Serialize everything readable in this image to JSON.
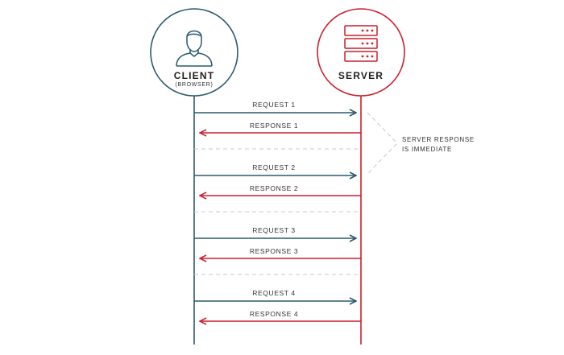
{
  "client": {
    "title": "CLIENT",
    "subtitle": "(BROWSER)",
    "color": "#2a5a6e"
  },
  "server": {
    "title": "SERVER",
    "color": "#cc1f2c"
  },
  "note": {
    "line1": "SERVER RESPONSE",
    "line2": "IS IMMEDIATE"
  },
  "exchanges": [
    {
      "request": "REQUEST 1",
      "response": "RESPONSE 1"
    },
    {
      "request": "REQUEST 2",
      "response": "RESPONSE 2"
    },
    {
      "request": "REQUEST 3",
      "response": "RESPONSE 3"
    },
    {
      "request": "REQUEST 4",
      "response": "RESPONSE 4"
    }
  ],
  "icons": {
    "client": "user-icon",
    "server": "server-rack-icon"
  }
}
